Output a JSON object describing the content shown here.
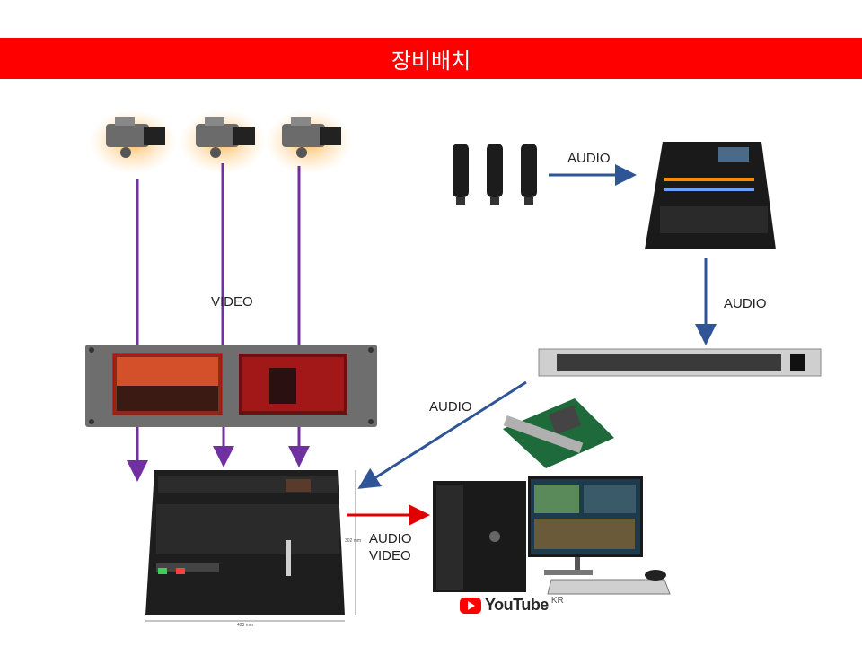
{
  "header": {
    "title": "장비배치"
  },
  "labels": {
    "video": "VIDEO",
    "audio_mics": "AUDIO",
    "audio_mixer": "AUDIO",
    "audio_diagonal": "AUDIO",
    "out_audio": "AUDIO",
    "out_video": "VIDEO"
  },
  "youtube": {
    "brand": "YouTube",
    "region": "KR"
  },
  "switcher_dims": {
    "width": "423 mm",
    "height": "302 mm"
  },
  "colors": {
    "banner": "#ff0000",
    "video_line": "#7030a0",
    "audio_arrow": "#2f5597",
    "output_arrow": "#e00000"
  }
}
